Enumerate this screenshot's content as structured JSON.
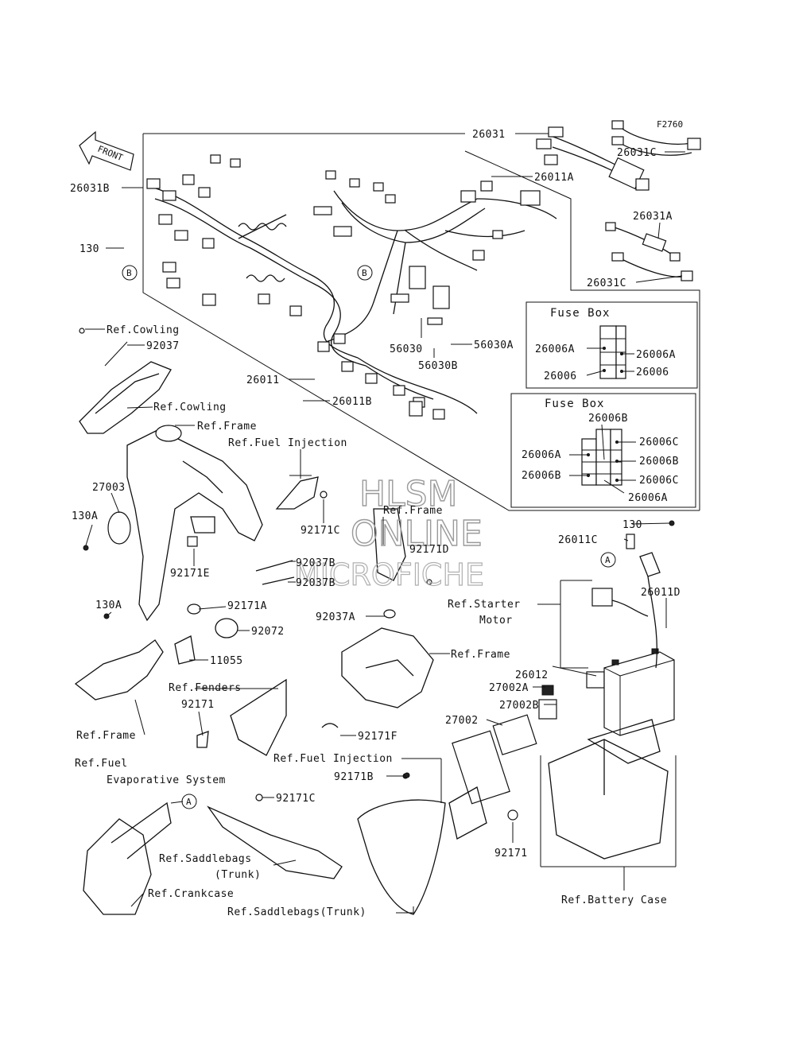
{
  "figure_code": "F2760",
  "front_label": "FRONT",
  "watermark": {
    "line1": "HLSM",
    "line2": "ONLINE",
    "line3": "MICROFICHE"
  },
  "fuse_box_1": {
    "title": "Fuse Box",
    "left": [
      "26006A",
      "26006"
    ],
    "right": [
      "26006A",
      "26006"
    ]
  },
  "fuse_box_2": {
    "title": "Fuse Box",
    "top": "26006B",
    "left": [
      "26006A",
      "26006B"
    ],
    "right": [
      "26006C",
      "26006B",
      "26006C"
    ],
    "bottom": "26006A"
  },
  "callouts": {
    "c26031": "26031",
    "c26011A": "26011A",
    "c26031C": "26031C",
    "c26031A": "26031A",
    "c26031C2": "26031C",
    "c26031B": "26031B",
    "c130_top": "130",
    "markerB": "B",
    "markerB2": "B",
    "markerA_right": "A",
    "markerA_left": "A",
    "refCowling1": "Ref.Cowling",
    "c92037": "92037",
    "refCowling2": "Ref.Cowling",
    "c56030": "56030",
    "c56030A": "56030A",
    "c56030B": "56030B",
    "c26011": "26011",
    "c26011B": "26011B",
    "refFrame1": "Ref.Frame",
    "refFuelInj1": "Ref.Fuel Injection",
    "c27003": "27003",
    "c130A_1": "130A",
    "c92171C_1": "92171C",
    "refFrame2": "Ref.Frame",
    "c92171D": "92171D",
    "c92171E": "92171E",
    "c92037B_1": "92037B",
    "c92037B_2": "92037B",
    "c130_right": "130",
    "c26011C": "26011C",
    "c26011D": "26011D",
    "c130A_2": "130A",
    "c92171A": "92171A",
    "c92072": "92072",
    "c11055": "11055",
    "c92037A": "92037A",
    "refStarter1": "Ref.Starter",
    "refStarter2": "Motor",
    "refFrame3": "Ref.Frame",
    "c26012": "26012",
    "c27002A": "27002A",
    "c27002B": "27002B",
    "c27002": "27002",
    "refFrame4": "Ref.Frame",
    "refFenders": "Ref.Fenders",
    "c92171_left": "92171",
    "c92171F": "92171F",
    "refFuelInj2": "Ref.Fuel Injection",
    "refFuelEvap1": "Ref.Fuel",
    "refFuelEvap2": "Evaporative System",
    "c92171B": "92171B",
    "c92171C_2": "92171C",
    "c92171_right": "92171",
    "refSaddle1": "Ref.Saddlebags",
    "refSaddle2": "(Trunk)",
    "refCrankcase": "Ref.Crankcase",
    "refSaddleTrunk": "Ref.Saddlebags(Trunk)",
    "refBattery": "Ref.Battery Case"
  }
}
